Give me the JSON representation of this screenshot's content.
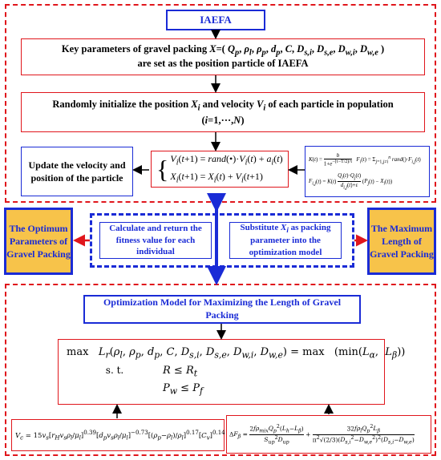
{
  "top_section": {
    "title": "IAEFA",
    "step1_line1": "Key parameters of gravel packing X=( Q_p, ρ_l, ρ_p, d_p, C, D_s,i, D_s,e, D_w,i, D_w,e )",
    "step1_line2": "are set as the position particle of IAEFA",
    "step2_line1": "Randomly initialize the position X_i and velocity V_i of each particle in population",
    "step2_line2": "(i=1,···,N)",
    "update_box": "Update the velocity and position of the particle",
    "update_eq1": "V_i(t+1) = rand(•)·V_i(t) + a_i(t)",
    "update_eq2": "X_i(t+1) = X_i(t) + V_i(t+1)",
    "k_formula": "K(t) = b / (1 + e^(−(τ−T/2)/τ))",
    "f_formula": "F_i(t) = Σ_{j=1, j≠i}^{n} rand()·F_{i,j}(t)",
    "fij_formula": "F_{i,j}(t) = K(t) · Q_i(t)·Q_j(t) / (d_{i,j}(t) + ε) · (P_j(t) − X_i(t))"
  },
  "middle_section": {
    "left_output": "The Optimum Parameters of Gravel Packing",
    "right_output": "The Maximum Length of Gravel Packing",
    "fitness_box": "Calculate and return the fitness value for each individual",
    "substitute_box": "Substitute X_i as packing parameter into the optimization model"
  },
  "bottom_section": {
    "model_title": "Optimization Model for Maximizing the Length of Gravel Packing",
    "objective": "max   L_r(ρ_l, ρ_p, d_p, C, D_s,i, D_s,e, D_w,i, D_w,e) = max   (min(L_α,  L_β))",
    "constraint_label": "s. t.",
    "constraint1": "R ≤ R_t",
    "constraint2": "P_w ≤ P_f",
    "vc_formula": "V_c = 15 v_s [r_H v_s ρ_l / μ_l]^0.39 [d_p v_s ρ_l / μ_l]^−0.73 [(ρ_p − ρ_l)/ρ_l]^0.17 [C_v]^0.14",
    "dp_formula": "ΔF_β = 2 f ρ_mix Q_p² (L_h − L_β) / (S_up² D_up) + 32 f ρ_l Q_p² L_β / (π² √(2/3) (D_s,i² − D_w,e²)² (D_s,i − D_w,e))"
  }
}
